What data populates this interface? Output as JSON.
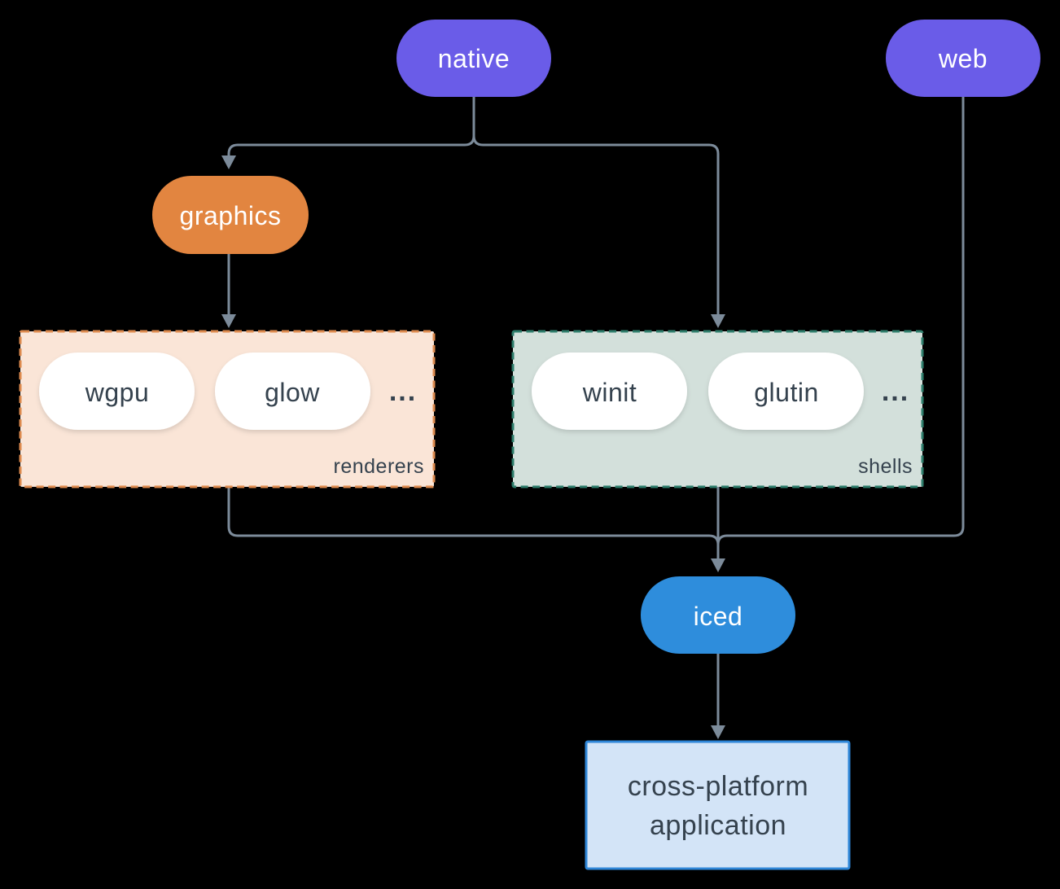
{
  "colors": {
    "background": "#000000",
    "edge": "#7C8B9A",
    "native_fill": "#6A5CE8",
    "web_fill": "#6A5CE8",
    "graphics_fill": "#E28540",
    "iced_fill": "#2E8DDC",
    "inner_pill_fill": "#FFFFFF",
    "pill_label": "#FFFFFF",
    "dark_label": "#35424E",
    "renderers_fill": "#FAE5D7",
    "renderers_border": "#DD8A4E",
    "shells_fill": "#D3E0DB",
    "shells_border": "#2E7D6B",
    "app_fill": "#D3E4F7",
    "app_border": "#2E86D8"
  },
  "nodes": {
    "native": "native",
    "web": "web",
    "graphics": "graphics",
    "iced": "iced",
    "wgpu": "wgpu",
    "glow": "glow",
    "winit": "winit",
    "glutin": "glutin"
  },
  "groups": {
    "renderers": {
      "label": "renderers",
      "ellipsis": "..."
    },
    "shells": {
      "label": "shells",
      "ellipsis": "..."
    }
  },
  "app_box": {
    "line1": "cross-platform",
    "line2": "application"
  }
}
